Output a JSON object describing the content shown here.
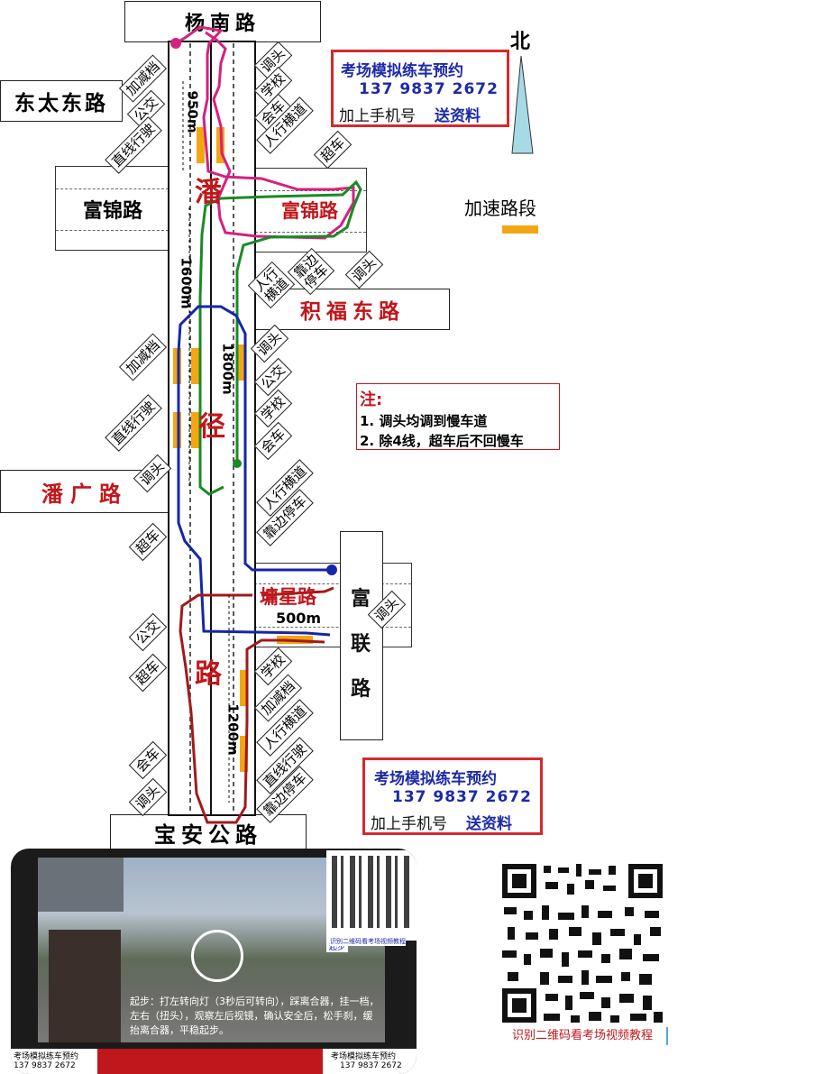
{
  "roads": {
    "north": "杨南路",
    "east_tai": "东太东路",
    "fujin_left": "富锦路",
    "fujin_right": "富锦路",
    "jifu": "积福东路",
    "panguang": "潘广路",
    "yuxing": "墉星路",
    "fulian": "富联路",
    "baoan": "宝安公路",
    "main_chars": [
      "潘",
      "径",
      "路"
    ]
  },
  "north_label": "北",
  "distances": {
    "d950": "950m",
    "d1600": "1600m",
    "d1800": "1800m",
    "d1200": "1200m",
    "d500": "500m"
  },
  "legend": {
    "accel": "加速路段",
    "accel_color": "#f3a613"
  },
  "note": {
    "title": "注:",
    "line1": "1. 调头均调到慢车道",
    "line2": "2. 除4线，超车后不回慢车"
  },
  "contact": {
    "title": "考场模拟练车预约",
    "phone": "137 9837 2672",
    "add": "加上手机号",
    "send": "送资料"
  },
  "tags": {
    "jiajiandang": "加减档",
    "gongjiao": "公交",
    "zhixian": "直线行驶",
    "diaotou": "调头",
    "xuexiao": "学校",
    "huiche": "会车",
    "renxing": "人行横道",
    "chaoche": "超车",
    "renxing_split_a": "人行",
    "renxing_split_b": "横道",
    "kaobian_a": "靠边",
    "kaobian_b": "停车",
    "kaobian": "靠边停车"
  },
  "video": {
    "caption": "起步：打左转向灯（3秒后可转向），踩离合器，挂一档，左右（扭头），观察左后视镜，确认安全后，松手刹，缓抬离合器，平稳起步。",
    "overlay_label": "起步",
    "qr_caption": "识别二维码看考场视频教程",
    "bottom_left_title": "考场模拟练车预约",
    "bottom_left_phone": "137 9837 2672",
    "bottom_right_title": "考场模拟练车预约",
    "bottom_right_phone": "137 9837 2672"
  },
  "qr_caption_right": "识别二维码看考场视频教程",
  "route_colors": {
    "pink": "#d4217f",
    "green": "#1b8a24",
    "blue": "#1626a8",
    "darkred": "#a11a1a"
  }
}
